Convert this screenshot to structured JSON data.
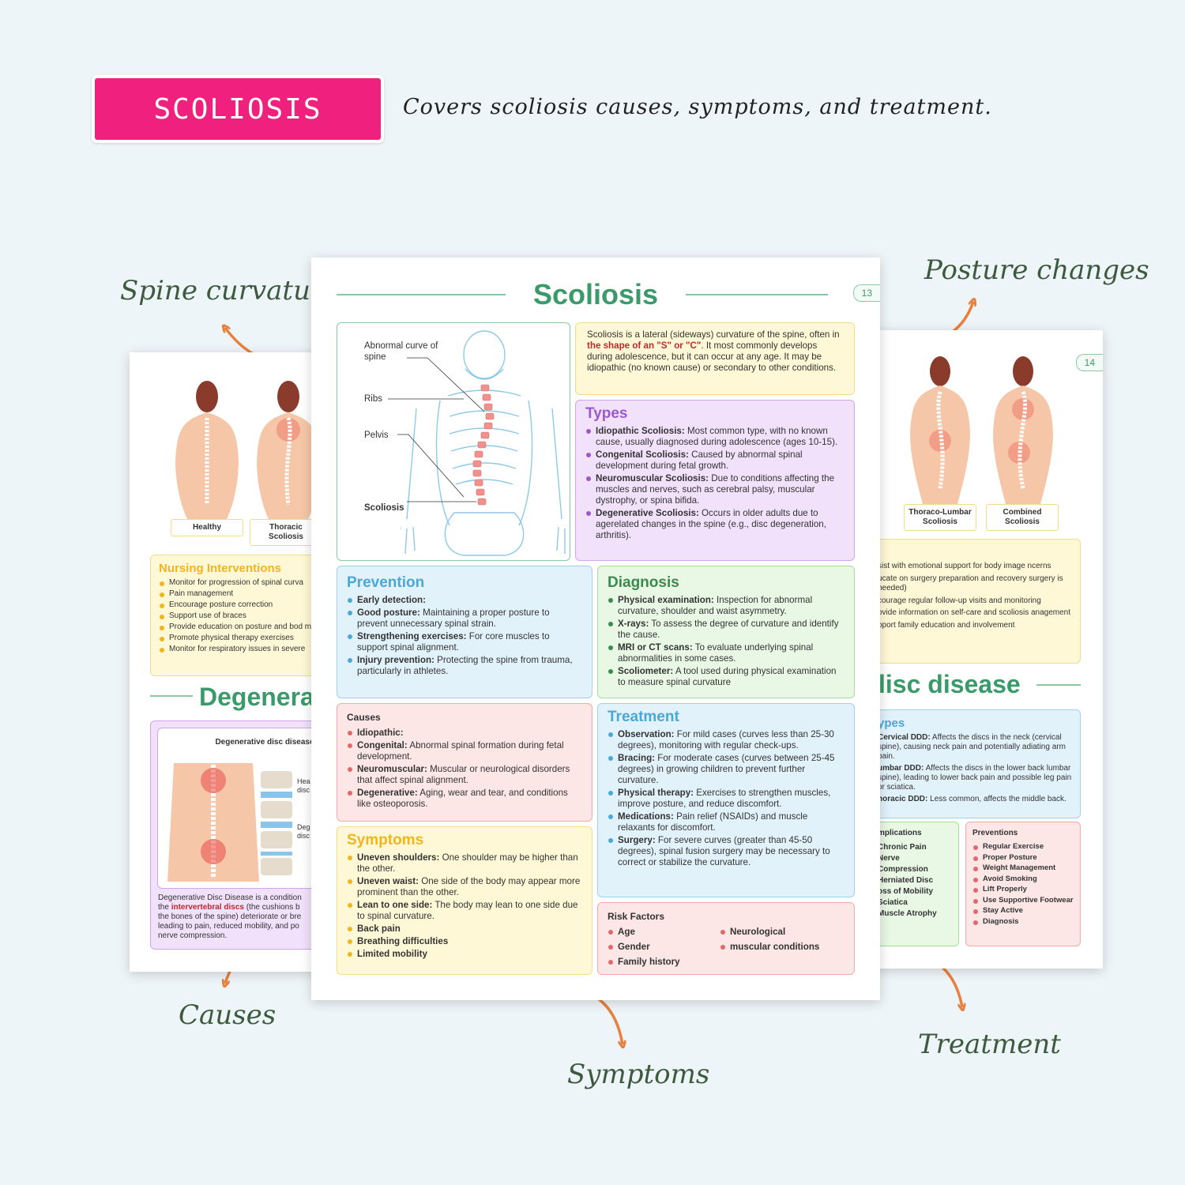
{
  "header": {
    "badge_label": "SCOLIOSIS",
    "tagline": "Covers scoliosis causes, symptoms, and treatment."
  },
  "callouts": {
    "spine_curvature": "Spine curvature",
    "posture_changes": "Posture changes",
    "causes": "Causes",
    "symptoms": "Symptoms",
    "treatment": "Treatment"
  },
  "colors": {
    "badge": "#f0217e",
    "accent_green": "#3b9a6a",
    "arrow_orange": "#e8803f"
  },
  "left_page": {
    "figures": [
      "Healthy",
      "Thoracic Scoliosis"
    ],
    "nursing": {
      "title": "Nursing Interventions",
      "items": [
        "Monitor for progression of spinal curva",
        "Pain management",
        "Encourage posture correction",
        "Support use of braces",
        "Provide education on posture and bod mechanics",
        "Promote physical therapy exercises",
        "Monitor for respiratory issues in severe"
      ]
    },
    "section_title": "Degenera",
    "ddd_figure_title": "Degenerative disc disease",
    "ddd_labels": [
      "Hea disc",
      "Deg disc"
    ],
    "ddd_text_1": "Degenerative Disc Disease is a condition",
    "ddd_text_2": "the ",
    "ddd_text_hl": "intervertebral discs",
    "ddd_text_3": " (the cushions b",
    "ddd_text_4": "the bones of the spine) deteriorate or bre",
    "ddd_text_5": "leading to pain, reduced mobility, and po",
    "ddd_text_6": "nerve compression."
  },
  "right_page": {
    "page_number": "14",
    "figures": [
      "Thoraco-Lumbar Scoliosis",
      "Combined Scoliosis"
    ],
    "support_items": [
      "sist with emotional support for body image ncerns",
      "ucate on surgery preparation and recovery surgery is needed)",
      "courage regular follow-up visits and monitoring",
      "ovide information on self-care and scoliosis anagement",
      "pport family education and involvement"
    ],
    "section_title": "lisc disease",
    "types": {
      "title": "ypes",
      "items": [
        {
          "label": "Cervical DDD:",
          "text": " Affects the discs in the neck (cervical spine), causing neck pain and potentially adiating arm pain."
        },
        {
          "label": "umbar DDD:",
          "text": " Affects the discs in the lower back lumbar spine), leading to lower back pain and possible leg pain or sciatica."
        },
        {
          "label": "horacic DDD:",
          "text": " Less common, affects the middle back."
        }
      ]
    },
    "complications": {
      "title": "mplications",
      "items": [
        "Chronic Pain",
        "Nerve Compression",
        "Herniated Disc",
        "oss of Mobility",
        "Sciatica",
        "Muscle Atrophy"
      ]
    },
    "preventions": {
      "title": "Preventions",
      "items": [
        "Regular Exercise",
        "Proper Posture",
        "Weight Management",
        "Avoid Smoking",
        "Lift Properly",
        "Use Supportive Footwear",
        "Stay Active",
        "Diagnosis"
      ]
    }
  },
  "main_page": {
    "title": "Scoliosis",
    "page_number": "13",
    "diagram_labels": {
      "abnormal": "Abnormal curve of spine",
      "ribs": "Ribs",
      "pelvis": "Pelvis",
      "scoliosis": "Scoliosis"
    },
    "intro": {
      "part1": "Scoliosis is a lateral (sideways) curvature of the spine, often in ",
      "highlight": "the shape of an \"S\" or \"C\"",
      "part2": ". It most commonly develops during adolescence, but it can occur at any age. It may be idiopathic (no known cause) or secondary to other conditions."
    },
    "types": {
      "title": "Types",
      "items": [
        {
          "label": "Idiopathic Scoliosis:",
          "text": " Most common type, with no known cause, usually diagnosed during adolescence (ages 10-15)."
        },
        {
          "label": "Congenital Scoliosis:",
          "text": " Caused by abnormal spinal development during fetal growth."
        },
        {
          "label": "Neuromuscular Scoliosis:",
          "text": " Due to conditions affecting the muscles and nerves, such as cerebral palsy, muscular dystrophy, or spina bifida."
        },
        {
          "label": "Degenerative Scoliosis:",
          "text": " Occurs in older adults due to agerelated changes in the spine (e.g., disc degeneration, arthritis)."
        }
      ]
    },
    "prevention": {
      "title": "Prevention",
      "items": [
        {
          "label": "Early detection:",
          "text": ""
        },
        {
          "label": "Good posture:",
          "text": " Maintaining a proper posture to prevent unnecessary spinal strain."
        },
        {
          "label": "Strengthening exercises:",
          "text": " For core muscles to support spinal alignment."
        },
        {
          "label": "Injury prevention:",
          "text": " Protecting the spine from trauma, particularly in athletes."
        }
      ]
    },
    "diagnosis": {
      "title": "Diagnosis",
      "items": [
        {
          "label": "Physical examination:",
          "text": " Inspection for abnormal curvature, shoulder and waist asymmetry."
        },
        {
          "label": "X-rays:",
          "text": " To assess the degree of curvature and identify the cause."
        },
        {
          "label": "MRI or CT scans:",
          "text": " To evaluate underlying spinal abnormalities in some cases."
        },
        {
          "label": "Scoliometer:",
          "text": " A tool used during physical examination to measure spinal curvature"
        }
      ]
    },
    "causes": {
      "title": "Causes",
      "items": [
        {
          "label": "Idiopathic:",
          "text": ""
        },
        {
          "label": "Congenital:",
          "text": " Abnormal spinal formation during fetal development."
        },
        {
          "label": "Neuromuscular:",
          "text": " Muscular or neurological disorders that affect spinal alignment."
        },
        {
          "label": "Degenerative:",
          "text": " Aging, wear and tear, and conditions like osteoporosis."
        }
      ]
    },
    "treatment": {
      "title": "Treatment",
      "items": [
        {
          "label": "Observation:",
          "text": " For mild cases (curves less than 25-30 degrees), monitoring with regular check-ups."
        },
        {
          "label": "Bracing:",
          "text": " For moderate cases (curves between 25-45 degrees) in growing children to prevent further curvature."
        },
        {
          "label": "Physical therapy:",
          "text": " Exercises to strengthen muscles, improve posture, and reduce discomfort."
        },
        {
          "label": "Medications:",
          "text": " Pain relief (NSAIDs) and muscle relaxants for discomfort."
        },
        {
          "label": "Surgery:",
          "text": " For severe curves (greater than 45-50 degrees), spinal fusion surgery may be necessary to correct or stabilize the curvature."
        }
      ]
    },
    "symptoms": {
      "title": "Symptoms",
      "items": [
        {
          "label": "Uneven shoulders:",
          "text": " One shoulder may be higher than the other."
        },
        {
          "label": "Uneven waist:",
          "text": " One side of the body may appear more prominent than the other."
        },
        {
          "label": "Lean to one side:",
          "text": " The body may lean to one side due to spinal curvature."
        },
        {
          "label": "Back pain",
          "text": ""
        },
        {
          "label": "Breathing difficulties",
          "text": ""
        },
        {
          "label": "Limited mobility",
          "text": ""
        }
      ]
    },
    "risk_factors": {
      "title": "Risk Factors",
      "col1": [
        "Age",
        "Gender",
        "Family history"
      ],
      "col2": [
        "Neurological",
        "muscular conditions"
      ]
    }
  }
}
